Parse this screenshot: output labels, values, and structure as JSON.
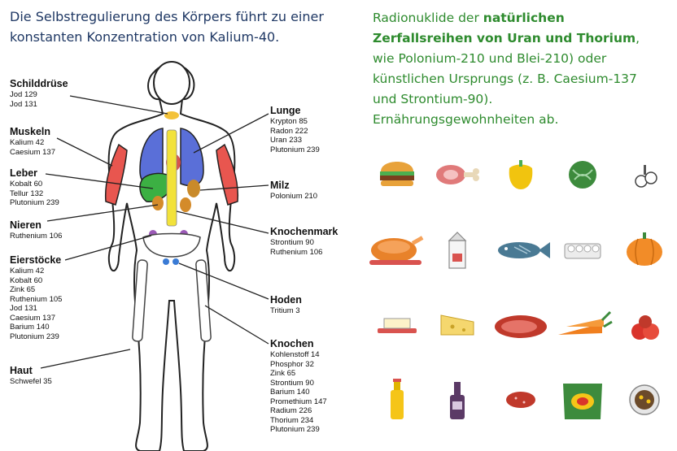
{
  "intro": {
    "line1": "Die Selbstregulierung  des Körpers führt zu einer",
    "line2": "konstanten Konzentration von   Kalium-40."
  },
  "note": {
    "l1a": "Radionuklide der ",
    "l1b": "natürlichen",
    "l2a": "Zerfallsreihen von Uran und Thorium",
    "l2b": ",",
    "l3": "wie Polonium-210 und Blei-210) oder",
    "l4": "künstlichen Ursprungs (z. B. Caesium-137",
    "l5": "und Strontium-90).",
    "l6": "Ernährungsgewohnheiten  ab."
  },
  "organs": {
    "schilddruese": {
      "title": "Schilddrüse",
      "items": [
        "Jod 129",
        "Jod 131"
      ]
    },
    "muskeln": {
      "title": "Muskeln",
      "items": [
        "Kalium 42",
        "Caesium 137"
      ]
    },
    "leber": {
      "title": "Leber",
      "items": [
        "Kobalt 60",
        "Tellur 132",
        "Plutonium 239"
      ]
    },
    "nieren": {
      "title": "Nieren",
      "items": [
        "Ruthenium 106"
      ]
    },
    "eierstoecke": {
      "title": "Eierstöcke",
      "items": [
        "Kalium 42",
        "Kobalt 60",
        "Zink 65",
        "Ruthenium 105",
        "Jod 131",
        "Caesium 137",
        "Barium 140",
        "Plutonium 239"
      ]
    },
    "haut": {
      "title": "Haut",
      "items": [
        "Schwefel 35"
      ]
    },
    "lunge": {
      "title": "Lunge",
      "items": [
        "Krypton 85",
        "Radon 222",
        "Uran 233",
        "Plutonium 239"
      ]
    },
    "milz": {
      "title": "Milz",
      "items": [
        "Polonium 210"
      ]
    },
    "knochenmark": {
      "title": "Knochenmark",
      "items": [
        "Strontium 90",
        "Ruthenium 106"
      ]
    },
    "hoden": {
      "title": "Hoden",
      "items": [
        "Tritium 3"
      ]
    },
    "knochen": {
      "title": "Knochen",
      "items": [
        "Kohlenstoff 14",
        "Phosphor 32",
        "Zink 65",
        "Strontium 90",
        "Barium 140",
        "Promethium 147",
        "Radium 226",
        "Thorium 234",
        "Plutonium 239"
      ]
    }
  },
  "colors": {
    "intro_text": "#1f3864",
    "note_text": "#2e8b2e",
    "lungs": "#5a6fd8",
    "liver": "#3cb043",
    "spine": "#f2e23a",
    "muscle": "#e8564f",
    "kidney": "#d48b2a"
  },
  "food_icons": [
    "burger-icon",
    "ham-icon",
    "pepper-icon",
    "cabbage-icon",
    "mushroom-icon",
    "roast-chicken-icon",
    "milk-carton-icon",
    "fish-icon",
    "eggs-icon",
    "pumpkin-icon",
    "butter-icon",
    "cheese-icon",
    "steak-icon",
    "carrot-icon",
    "tomato-icon",
    "juice-bottle-icon",
    "wine-bottle-icon",
    "sausage-icon",
    "chips-bag-icon",
    "dried-fruit-bowl-icon"
  ]
}
